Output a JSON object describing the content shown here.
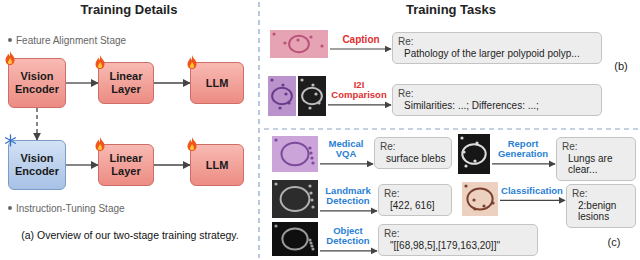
{
  "diagram": {
    "nodes": [
      {
        "text": [
          "Vision Encoder"
        ]
      },
      {
        "text": [
          "Linear Layer"
        ]
      },
      {
        "text": [
          "LLM"
        ]
      },
      {
        "text": [
          "Vision Encoder"
        ]
      },
      {
        "text": [
          "Linear Layer"
        ]
      },
      {
        "text": [
          "LLM"
        ]
      },
      {
        "text": [
          "Re:",
          "Pathology of the larger polypoid polyp..."
        ]
      },
      {
        "text": [
          "Re:",
          "Similarities: ...; Differences: ...;"
        ]
      },
      {
        "text": [
          "Re:",
          "surface blebs"
        ]
      },
      {
        "text": [
          "Re:",
          "Lungs are clear..."
        ]
      },
      {
        "text": [
          "Re:",
          "[422, 616]"
        ]
      },
      {
        "text": [
          "Re:",
          "2:benign lesions"
        ]
      },
      {
        "text": [
          "Re:",
          "\"[[68,98,5],[179,163,20]]\""
        ]
      }
    ],
    "edges": [
      {
        "from": 0,
        "to": 1,
        "arrow": "to"
      },
      {
        "from": 1,
        "to": 2,
        "arrow": "to"
      },
      {
        "from": 0,
        "to": 3,
        "arrow": "to"
      },
      {
        "from": 3,
        "to": 4,
        "arrow": "to"
      },
      {
        "from": 4,
        "to": 5,
        "arrow": "to"
      }
    ],
    "labels": [
      "Training Details",
      "Feature Alignment Stage",
      "Instruction-Tuning Stage",
      "(a) Overview of our two-stage training strategy.",
      "Training Tasks",
      "Caption",
      "I2I Comparison",
      "(b)",
      "Medical VQA",
      "Report Generation",
      "Landmark Detection",
      "Classification",
      "Object Detection",
      "(c)"
    ]
  }
}
